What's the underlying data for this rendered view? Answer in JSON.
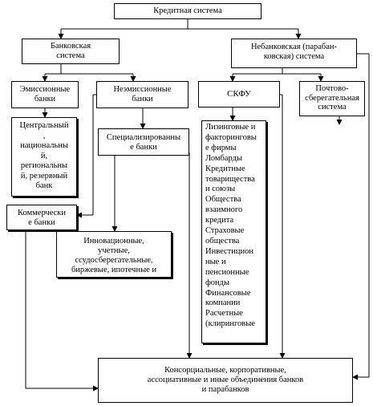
{
  "diagram": {
    "root": "Кредитная система",
    "banking_system": [
      "Банковская",
      "система"
    ],
    "nonbanking_system": [
      "Небанковская (парабан-",
      "ковская) система"
    ],
    "emission_banks": [
      "Эмиссионные",
      "банки"
    ],
    "nonemission_banks": [
      "Неэмиссионные",
      "банки"
    ],
    "skfu": "СКФУ",
    "postal_savings": [
      "Почтово-",
      "сберегательная",
      "система"
    ],
    "central_banks": [
      "Центральный",
      ",",
      "национальны",
      "й,",
      "региональны",
      "й, резервный",
      "банк"
    ],
    "specialized_banks": [
      "Специализированны",
      "е банки"
    ],
    "commercial_banks": [
      "Коммерчески",
      "е банки"
    ],
    "innovation_banks": [
      "Инновационные,",
      "учетные,",
      "ссудосберегательные,",
      "биржевые, ипотечные и"
    ],
    "skfu_list": [
      "Лизинговые и",
      "факторинговы",
      "е фирмы",
      "Ломбарды",
      "Кредитные",
      "товарищества",
      "и союзы",
      "Общества",
      "взаимного",
      "кредита",
      "Страховые",
      "общества",
      "Инвестицион",
      "ные и",
      "пенсионные",
      "фонды",
      "Финансовые",
      "компании",
      "Расчетные",
      "(клиринговые"
    ],
    "consortium": [
      "Консорциальные, корпоративные,",
      "ассоциативные и иные объединения банков",
      "и парабанков"
    ]
  }
}
